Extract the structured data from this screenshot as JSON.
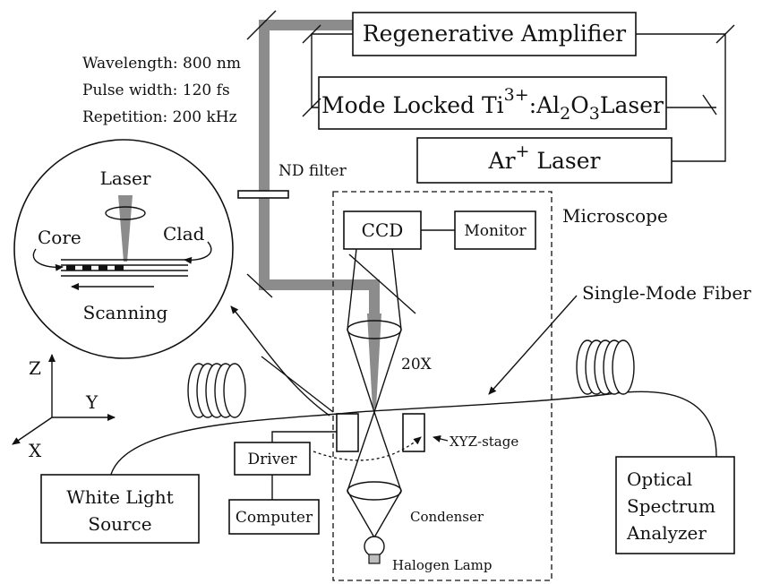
{
  "components": {
    "regen_amp": "Regenerative Amplifier",
    "ti_laser": {
      "pre": "Mode Locked Ti",
      "sup": "3+",
      "mid": ":Al",
      "sub1": "2",
      "o": "O",
      "sub2": "3",
      "post": "Laser"
    },
    "ar_laser": {
      "pre": "Ar",
      "sup": "+",
      "post": " Laser"
    },
    "nd_filter": "ND filter",
    "microscope": "Microscope",
    "ccd": "CCD",
    "monitor": "Monitor",
    "fiber": "Single-Mode Fiber",
    "objective": "20X",
    "xyz_stage": "XYZ-stage",
    "driver": "Driver",
    "computer": "Computer",
    "condenser": "Condenser",
    "halogen": "Halogen Lamp",
    "white_light": [
      "White Light",
      "Source"
    ],
    "osa": [
      "Optical",
      "Spectrum",
      "Analyzer"
    ]
  },
  "specs": [
    "Wavelength: 800 nm",
    "Pulse width: 120 fs",
    "Repetition: 200 kHz"
  ],
  "inset": {
    "laser": "Laser",
    "core": "Core",
    "clad": "Clad",
    "scanning": "Scanning"
  },
  "axes": {
    "z": "Z",
    "y": "Y",
    "x": "X"
  },
  "colors": {
    "beam": "#8c8c8c",
    "line": "#111111",
    "background": "#ffffff"
  }
}
